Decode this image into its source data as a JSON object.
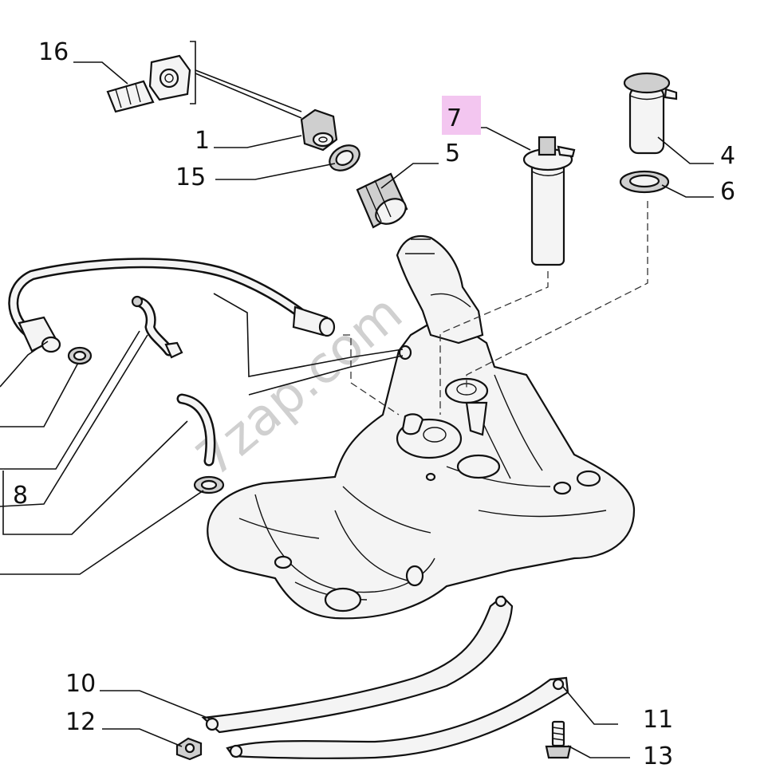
{
  "diagram": {
    "watermark": "7zap.com",
    "highlight_color": "#f3c6f0",
    "callouts": [
      {
        "id": "c16",
        "label": "16"
      },
      {
        "id": "c1",
        "label": "1"
      },
      {
        "id": "c15",
        "label": "15"
      },
      {
        "id": "c5",
        "label": "5"
      },
      {
        "id": "c7",
        "label": "7",
        "highlighted": true
      },
      {
        "id": "c4",
        "label": "4"
      },
      {
        "id": "c6",
        "label": "6"
      },
      {
        "id": "c8",
        "label": "8"
      },
      {
        "id": "c10",
        "label": "10"
      },
      {
        "id": "c12",
        "label": "12"
      },
      {
        "id": "c11",
        "label": "11"
      },
      {
        "id": "c13",
        "label": "13"
      }
    ],
    "parts": [
      "fuel-tank",
      "fuel-sender-unit",
      "fuel-pump-unit",
      "pump-seal-ring",
      "filler-neck",
      "breather-hose",
      "vent-valve",
      "seal-ring",
      "connector-plug",
      "fuel-line",
      "hose-clamp",
      "vent-pipe",
      "tank-strap-left",
      "tank-strap-right",
      "strap-nut",
      "strap-bolt"
    ]
  }
}
